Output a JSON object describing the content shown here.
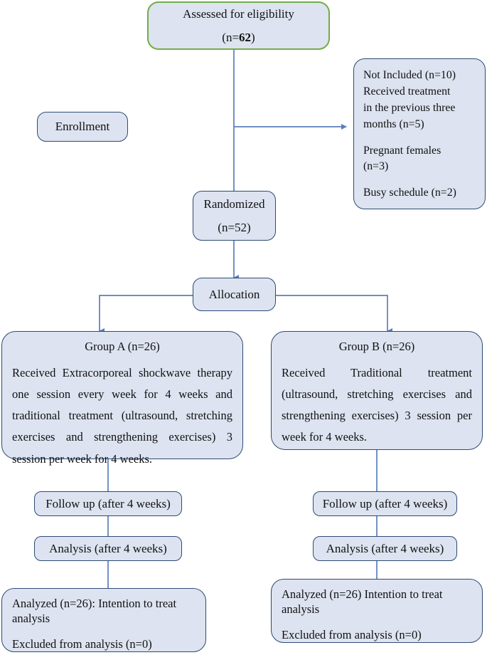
{
  "diagram": {
    "type": "consort-flow-diagram",
    "colors": {
      "box_fill": "#dde3f0",
      "box_border": "#2d4b74",
      "highlight_border": "#72ad48",
      "connector": "#5b7fb9",
      "text": "#111111",
      "background": "#ffffff"
    },
    "nodes": {
      "assessed": {
        "title": "Assessed for eligibility",
        "count_prefix": "(n=",
        "count_value": "62",
        "count_suffix": ")"
      },
      "enrollment": {
        "label": "Enrollment"
      },
      "not_included": {
        "line1": "Not Included (n=10)",
        "line2": "Received treatment",
        "line3": "in the previous three",
        "line4": "months (n=5)",
        "line5": "Pregnant females",
        "line6": "(n=3)",
        "line7": "Busy schedule (n=2)"
      },
      "randomized": {
        "title": "Randomized",
        "count": "(n=52)"
      },
      "allocation": {
        "label": "Allocation"
      },
      "group_a": {
        "title": "Group A (n=26)",
        "body": "Received Extracorporeal shockwave therapy one session every week for 4 weeks and traditional treatment (ultrasound, stretching exercises and strengthening exercises) 3 session per week for 4 weeks."
      },
      "group_b": {
        "title": "Group B (n=26)",
        "body": "Received Traditional treatment (ultrasound, stretching exercises and strengthening exercises) 3 session per week for 4 weeks."
      },
      "follow_up_a": {
        "label": "Follow up (after 4 weeks)"
      },
      "follow_up_b": {
        "label": "Follow up (after 4 weeks)"
      },
      "analysis_a": {
        "label": "Analysis (after 4 weeks)"
      },
      "analysis_b": {
        "label": "Analysis (after 4 weeks)"
      },
      "analyzed_a": {
        "line1": "Analyzed (n=26): Intention to treat",
        "line2": "analysis",
        "line3": "Excluded from analysis (n=0)"
      },
      "analyzed_b": {
        "line1": "Analyzed (n=26) Intention to treat",
        "line2": "analysis",
        "line3": "Excluded from analysis (n=0)"
      }
    }
  }
}
